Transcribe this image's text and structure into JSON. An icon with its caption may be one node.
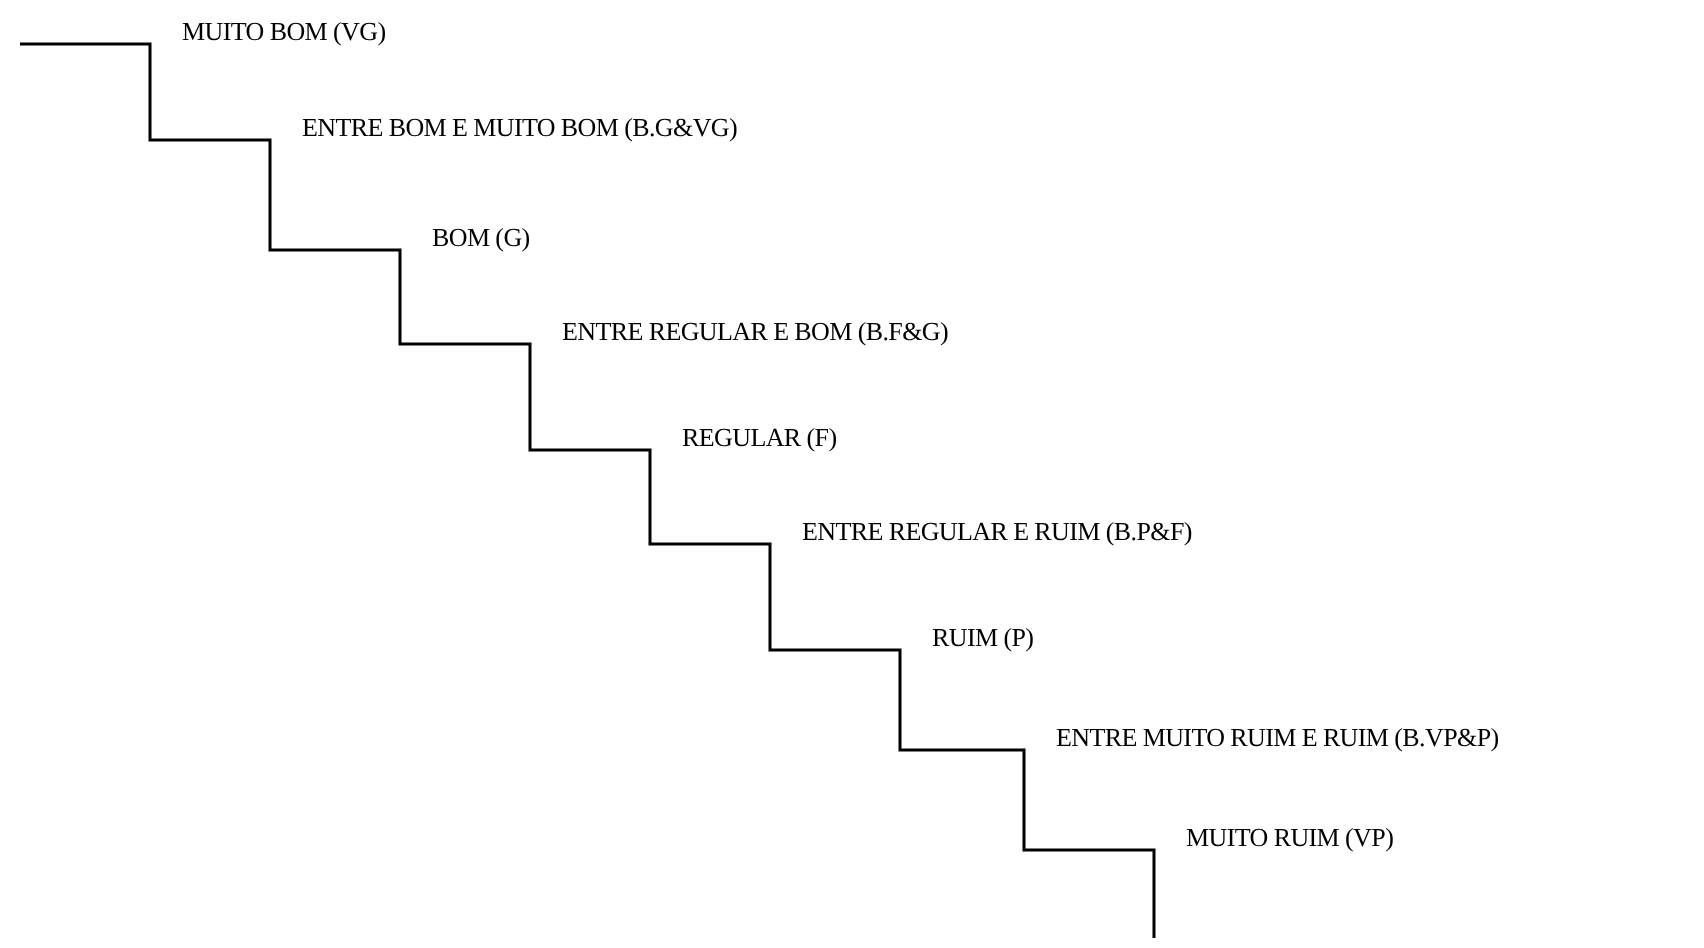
{
  "diagram": {
    "labels": [
      "MUITO BOM (VG)",
      "ENTRE BOM E MUITO BOM (B.G&VG)",
      "BOM (G)",
      "ENTRE REGULAR E BOM (B.F&G)",
      "REGULAR (F)",
      "ENTRE REGULAR E RUIM (B.P&F)",
      "RUIM (P)",
      "ENTRE MUITO RUIM E RUIM (B.VP&P)",
      "MUITO RUIM (VP)"
    ]
  }
}
